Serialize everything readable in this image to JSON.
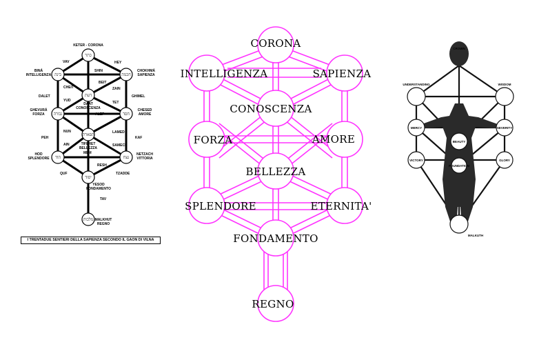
{
  "left_diagram": {
    "caption": "I TRENTADUE SENTIERI DELLA SAPIENZA SECONDO IL GAON DI VILNA",
    "sefirot": [
      {
        "id": "keter",
        "label": "KETER - CORONA",
        "hebrew": "כתר"
      },
      {
        "id": "bina",
        "label": "BINÁ\nINTELLIGENZA",
        "hebrew": "בינה"
      },
      {
        "id": "chokhma",
        "label": "CHOKHMÁ\nSAPIENZA",
        "hebrew": "חכמה"
      },
      {
        "id": "daat",
        "label": "DAAT\nCONOSCENZA",
        "hebrew": "דעת"
      },
      {
        "id": "ghevura",
        "label": "GHEVURÁ\nFORZA",
        "hebrew": "גבורה"
      },
      {
        "id": "chesed",
        "label": "CHESED\nAMORE",
        "hebrew": "חסד"
      },
      {
        "id": "tiferet",
        "label": "TIFERET\nBELLEZZA",
        "hebrew": "תפארת"
      },
      {
        "id": "hod",
        "label": "HOD\nSPLENDORE",
        "hebrew": "הוד"
      },
      {
        "id": "netzach",
        "label": "NETZACH\nVITTORIA",
        "hebrew": "נצח"
      },
      {
        "id": "yesod",
        "label": "YESOD\nFONDAMENTO",
        "hebrew": "יסוד"
      },
      {
        "id": "malkhut",
        "label": "MALKHUT\nREGNO",
        "hebrew": "מלכות"
      }
    ],
    "letters": [
      "VAV",
      "HEY",
      "SHIN",
      "BEIT",
      "CHEIT",
      "ZAIN",
      "GHIMEL",
      "DALET",
      "YUD",
      "TET",
      "ALEF",
      "NUN",
      "LAMED",
      "PEH",
      "KAF",
      "AIN",
      "SAMECH",
      "MEM",
      "RESH",
      "QUF",
      "TZADDE",
      "TAV"
    ]
  },
  "center_diagram": {
    "color": "#ff33ff",
    "labels": [
      "CORONA",
      "INTELLIGENZA",
      "SAPIENZA",
      "CONOSCENZA",
      "FORZA",
      "AMORE",
      "BELLEZZA",
      "SPLENDORE",
      "ETERNITA'",
      "FONDAMENTO",
      "REGNO"
    ]
  },
  "right_diagram": {
    "labels": [
      "CROWN",
      "UNDERSTANDING",
      "WISDOM",
      "MERCY",
      "SEVERITY",
      "BEAUTY",
      "VICTORY",
      "GLORY",
      "FOUNDATION",
      "MALKUTH"
    ]
  }
}
